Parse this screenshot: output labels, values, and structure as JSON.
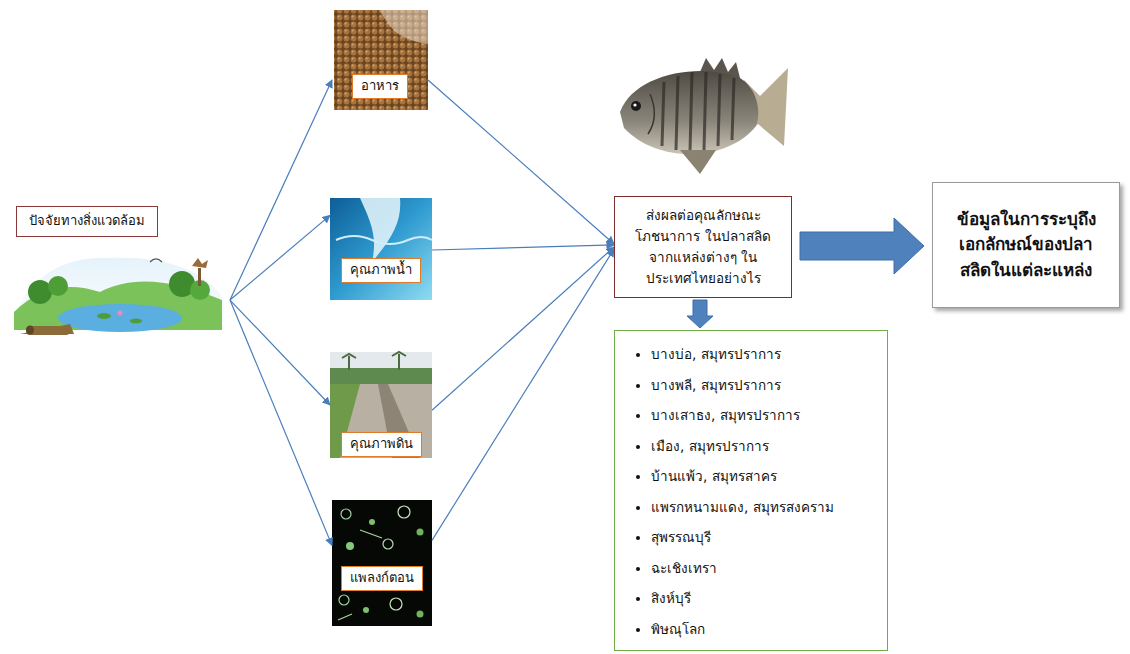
{
  "diagram": {
    "nodes": [
      {
        "text": [
          "ปัจจัยทางสิ่งแวดล้อม"
        ]
      },
      {
        "text": [
          "อาหาร"
        ]
      },
      {
        "text": [
          "คุณภาพน้ำ"
        ]
      },
      {
        "text": [
          "คุณภาพดิน"
        ]
      },
      {
        "text": [
          "แพลงก์ตอน"
        ]
      },
      {
        "text": [
          "ส่งผลต่อคุณลักษณะโภชนาการ ในปลาสลิดจากแหล่งต่างๆ ใน ประเทศไทยอย่างไร"
        ]
      },
      {
        "text": [
          "ข้อมูลในการระบุถึง เอกลักษณ์ของปลา สลิดในแต่ละแหล่ง"
        ]
      },
      {
        "text": [
          "บางบ่อ, สมุทรปราการ",
          "บางพลี, สมุทรปราการ",
          "บางเสาธง, สมุทรปราการ",
          "เมือง, สมุทรปราการ",
          "บ้านแพ้ว, สมุทรสาคร",
          "แพรกหนามแดง, สมุทรสงคราม",
          "สุพรรณบุรี",
          "ฉะเชิงเทรา",
          "สิงห์บุรี",
          "พิษณุโลก"
        ]
      }
    ],
    "edges": [
      {
        "from": 0,
        "to": 1,
        "arrow": "to"
      },
      {
        "from": 0,
        "to": 2,
        "arrow": "to"
      },
      {
        "from": 0,
        "to": 3,
        "arrow": "to"
      },
      {
        "from": 0,
        "to": 4,
        "arrow": "to"
      },
      {
        "from": 1,
        "to": 5,
        "arrow": "to"
      },
      {
        "from": 2,
        "to": 5,
        "arrow": "to"
      },
      {
        "from": 3,
        "to": 5,
        "arrow": "to"
      },
      {
        "from": 4,
        "to": 5,
        "arrow": "to"
      },
      {
        "from": 5,
        "to": 6,
        "arrow": "to"
      },
      {
        "from": 5,
        "to": 7,
        "arrow": "to"
      }
    ]
  }
}
